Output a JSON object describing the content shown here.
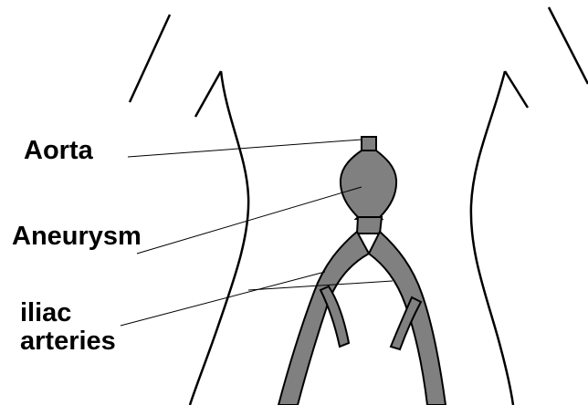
{
  "labels": {
    "aorta": "Aorta",
    "aneurysm": "Aneurysm",
    "iliac_line1": "iliac",
    "iliac_line2": "arteries"
  },
  "colors": {
    "vessel_fill": "#808080",
    "outline": "#000000",
    "background": "#ffffff"
  }
}
